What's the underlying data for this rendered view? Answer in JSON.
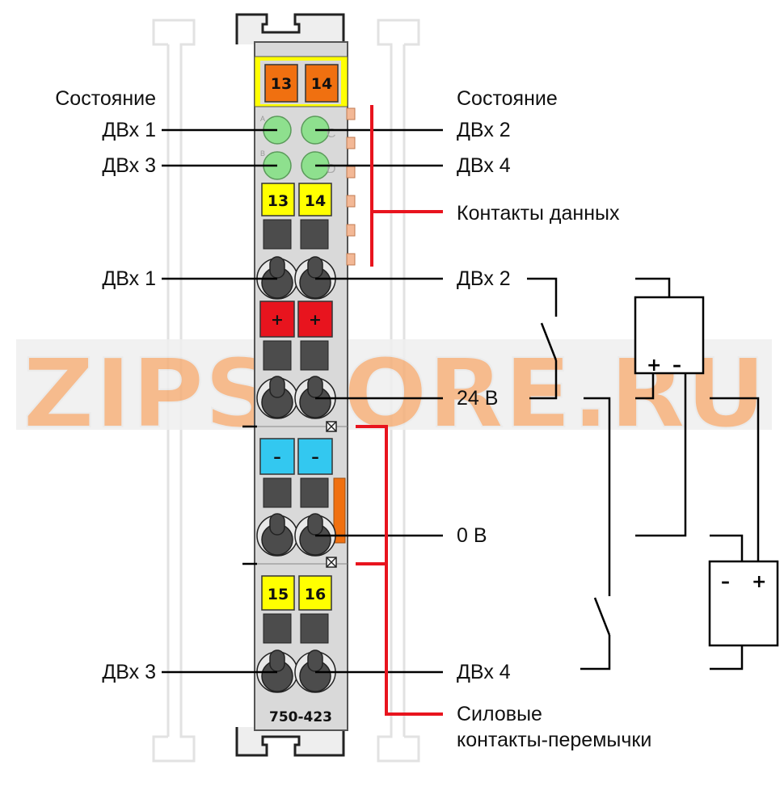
{
  "left_labels": {
    "state_title": "Состояние",
    "di1_led": "ДВх 1",
    "di3_led": "ДВх 3",
    "di1_term": "ДВх 1",
    "di3_term": "ДВх 3"
  },
  "right_labels": {
    "state_title": "Состояние",
    "di2_led": "ДВх 2",
    "di4_led": "ДВх 4",
    "data_contacts": "Контакты данных",
    "di2_term": "ДВх 2",
    "v24": "24 В",
    "v0": "0 В",
    "di4_term": "ДВх 4",
    "power_jumper_1": "Силовые",
    "power_jumper_2": "контакты-перемычки"
  },
  "module": {
    "top_tags": [
      "13",
      "14"
    ],
    "led_letters": [
      "A",
      "C",
      "B",
      "D"
    ],
    "tags_row1": [
      "13",
      "14"
    ],
    "plus_tags": [
      "+",
      "+"
    ],
    "minus_tags": [
      "–",
      "–"
    ],
    "tags_row4": [
      "15",
      "16"
    ],
    "part_number": "750-423"
  },
  "supplies": {
    "top": {
      "plus": "+",
      "minus": "–"
    },
    "bottom": {
      "minus": "–",
      "plus": "+"
    }
  },
  "watermark": "ZIPSTORE.RU",
  "colors": {
    "led_green": "#8ee08e",
    "tag_yellow": "#ffff00",
    "tag_orange": "#f07010",
    "tag_red": "#e8141e",
    "tag_blue": "#33c8f0",
    "module_gray": "#d9d9d9",
    "red_line": "#e8141e",
    "watermark_orange": "#f5b07a"
  }
}
